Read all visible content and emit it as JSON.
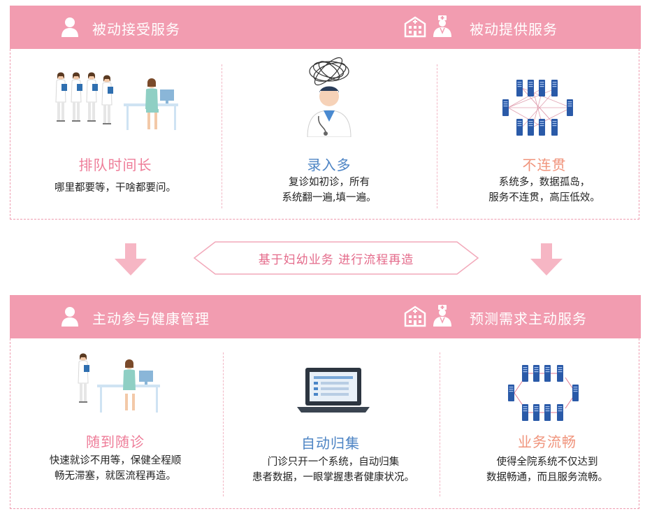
{
  "colors": {
    "header": "#f29cb0",
    "pink_text": "#ee7c98",
    "blue_text": "#4d84c4",
    "salmon_text": "#f0947c",
    "server_blue": "#2a5aa8"
  },
  "top": {
    "left_header": "被动接受服务",
    "right_header": "被动提供服务",
    "left_header_icon": "person-icon",
    "right_header_icons": [
      "hospital-icon",
      "doctor-icon"
    ],
    "columns": [
      {
        "title": "排队时间长",
        "desc_lines": [
          "哪里都要等，干啥都要问。"
        ],
        "illustration": "patients-queue-illustration"
      },
      {
        "title": "录入多",
        "desc_lines": [
          "复诊如初诊，所有",
          "系统翻一遍,填一遍。"
        ],
        "illustration": "stressed-doctor-illustration"
      },
      {
        "title": "不连贯",
        "desc_lines": [
          "系统多，数据孤岛，",
          "服务不连贯，高压低效。"
        ],
        "illustration": "tangled-servers-illustration"
      }
    ]
  },
  "middle": {
    "banner": "基于妇幼业务 进行流程再造"
  },
  "bottom": {
    "left_header": "主动参与健康管理",
    "right_header": "预测需求主动服务",
    "columns": [
      {
        "title": "随到随诊",
        "desc_lines": [
          "快速就诊不用等，保健全程顺",
          "畅无滞塞，就医流程再造。"
        ],
        "illustration": "patient-desk-illustration"
      },
      {
        "title": "自动归集",
        "desc_lines": [
          "门诊只开一个系统，自动归集",
          "患者数据，一眼掌握患者健康状况。"
        ],
        "illustration": "laptop-illustration"
      },
      {
        "title": "业务流畅",
        "desc_lines": [
          "使得全院系统不仅达到",
          "数据畅通，而且服务流畅。"
        ],
        "illustration": "connected-servers-illustration"
      }
    ]
  }
}
